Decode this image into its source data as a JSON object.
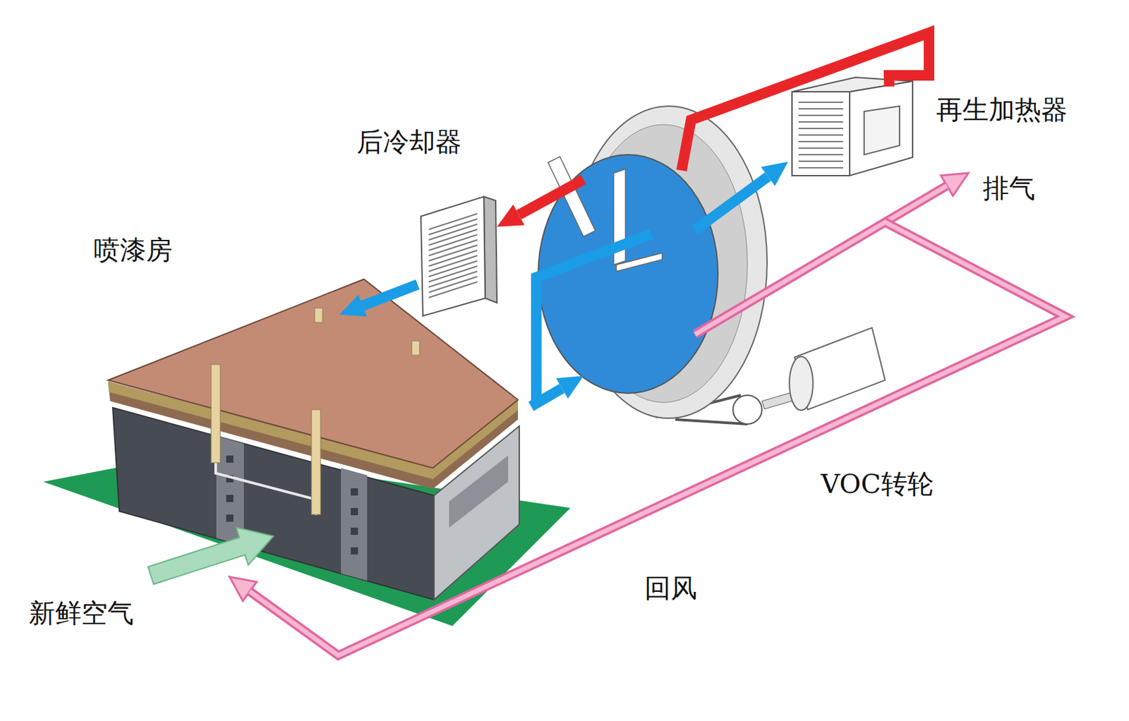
{
  "diagram": {
    "nodes": [
      {
        "text": [
          "再生加热器"
        ]
      },
      {
        "text": [
          "后冷却器"
        ]
      },
      {
        "text": [
          "喷漆房"
        ]
      },
      {
        "text": [
          "VOC转轮"
        ]
      }
    ],
    "edges": [
      {
        "from": 2,
        "to": 3,
        "arrow": "to"
      },
      {
        "from": 3,
        "to": 0,
        "arrow": "to"
      },
      {
        "from": 0,
        "to": 3,
        "arrow": "none"
      },
      {
        "from": 3,
        "to": 1,
        "arrow": "to"
      },
      {
        "from": 1,
        "to": 2,
        "arrow": "to"
      },
      {
        "from": 3,
        "to": 2,
        "label": "回风",
        "arrow": "to"
      }
    ],
    "labels": [
      "排气",
      "新鲜空气"
    ]
  }
}
